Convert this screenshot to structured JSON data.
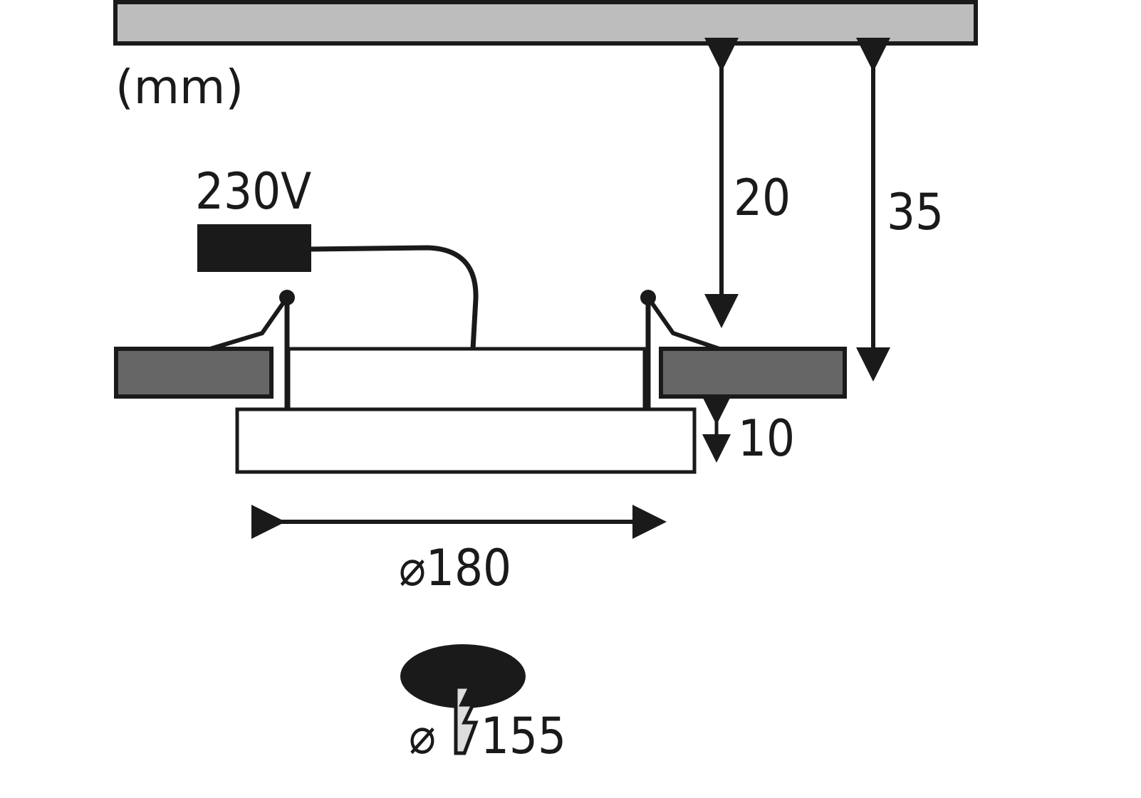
{
  "diagram": {
    "unit_label": "(mm)",
    "voltage_label": "230V",
    "dimensions": {
      "mounting_depth": "20",
      "total_depth": "35",
      "panel_height": "10",
      "diameter": "⌀180",
      "cutout_diameter": "⌀155"
    },
    "colors": {
      "ceiling": "#bdbdbd",
      "ceiling_board": "#666666",
      "outline": "#1a1a1a"
    }
  }
}
